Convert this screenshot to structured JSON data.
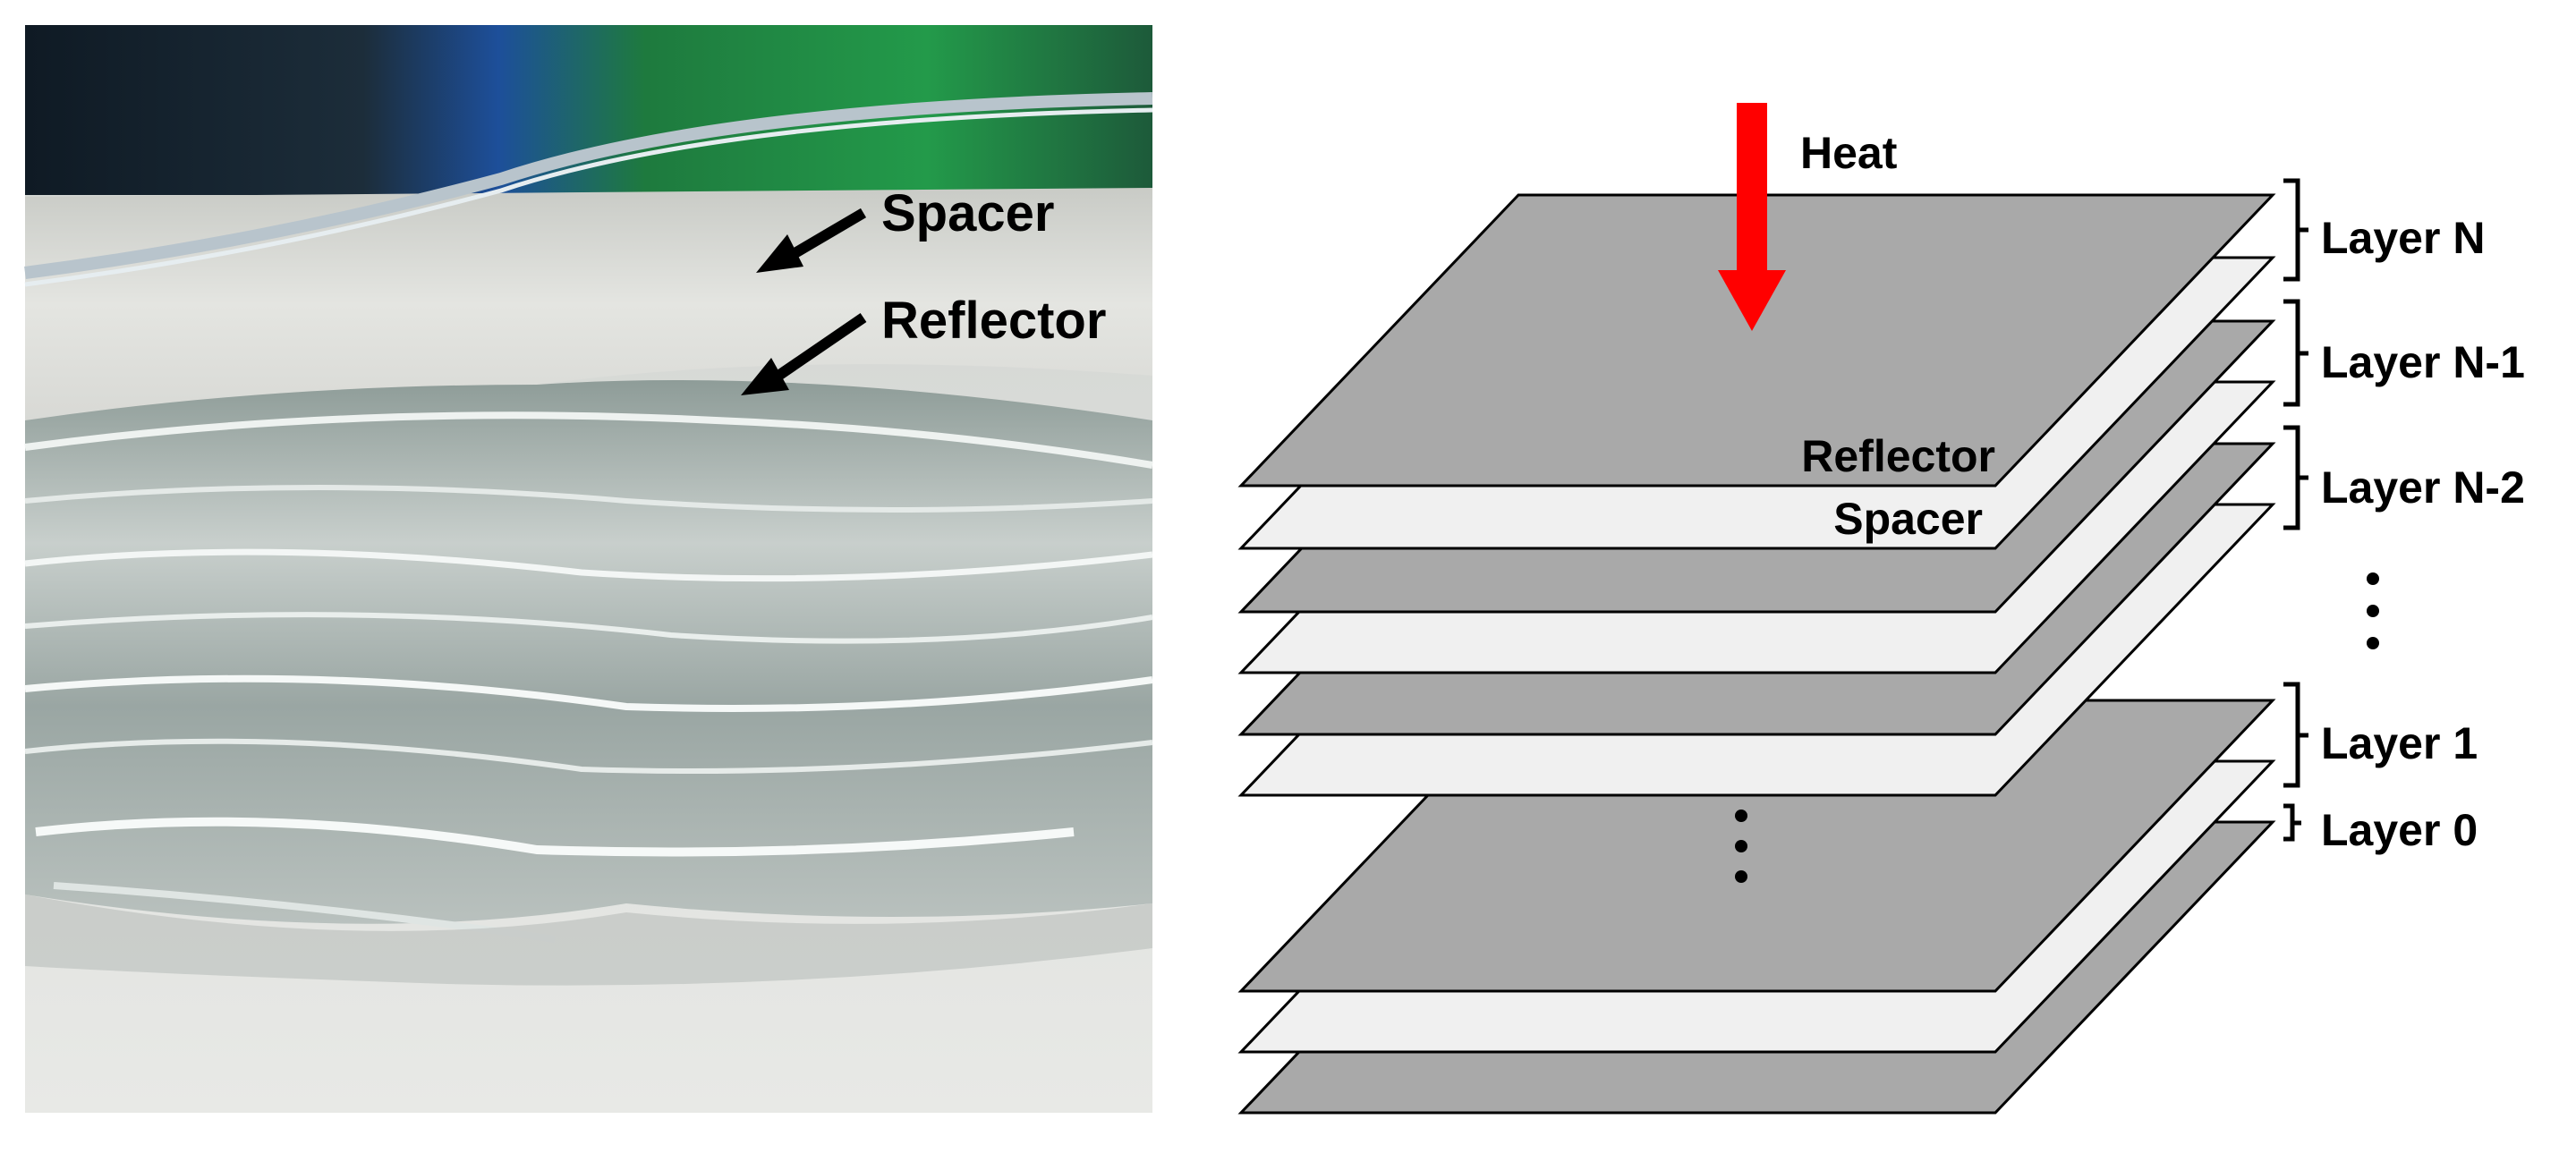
{
  "photo": {
    "labels": {
      "spacer": "Spacer",
      "reflector": "Reflector"
    }
  },
  "diagram": {
    "heat_label": "Heat",
    "plate_labels": {
      "reflector": "Reflector",
      "spacer": "Spacer"
    },
    "layer_labels": [
      "Layer N",
      "Layer N-1",
      "Layer N-2",
      "Layer 1",
      "Layer 0"
    ],
    "colors": {
      "reflector": "#a9a9a9",
      "spacer": "#f0f0f0",
      "heat_arrow": "#ff0000",
      "outline": "#000000"
    }
  }
}
